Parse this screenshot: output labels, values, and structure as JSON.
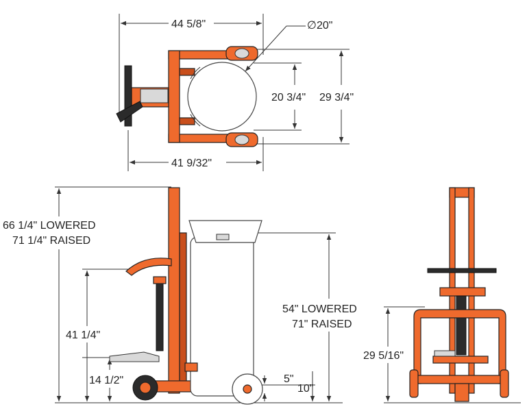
{
  "dimensions": {
    "top_width": "44 5/8\"",
    "drum_diameter": "∅20\"",
    "inner_width": "20 3/4\"",
    "outer_width": "29 3/4\"",
    "base_length": "41 9/32\"",
    "height_total_line1": "66 1/4\" LOWERED",
    "height_total_line2": "71 1/4\" RAISED",
    "handle_height": "41 1/4\"",
    "pedal_height": "14 1/2\"",
    "wheel_dim": "5\"",
    "ground_clearance": "10\"",
    "lift_height_line1": "54\" LOWERED",
    "lift_height_line2": "71\" RAISED",
    "front_height": "29 5/16\""
  },
  "colors": {
    "frame": "#ef6a2d",
    "line": "#333333"
  }
}
